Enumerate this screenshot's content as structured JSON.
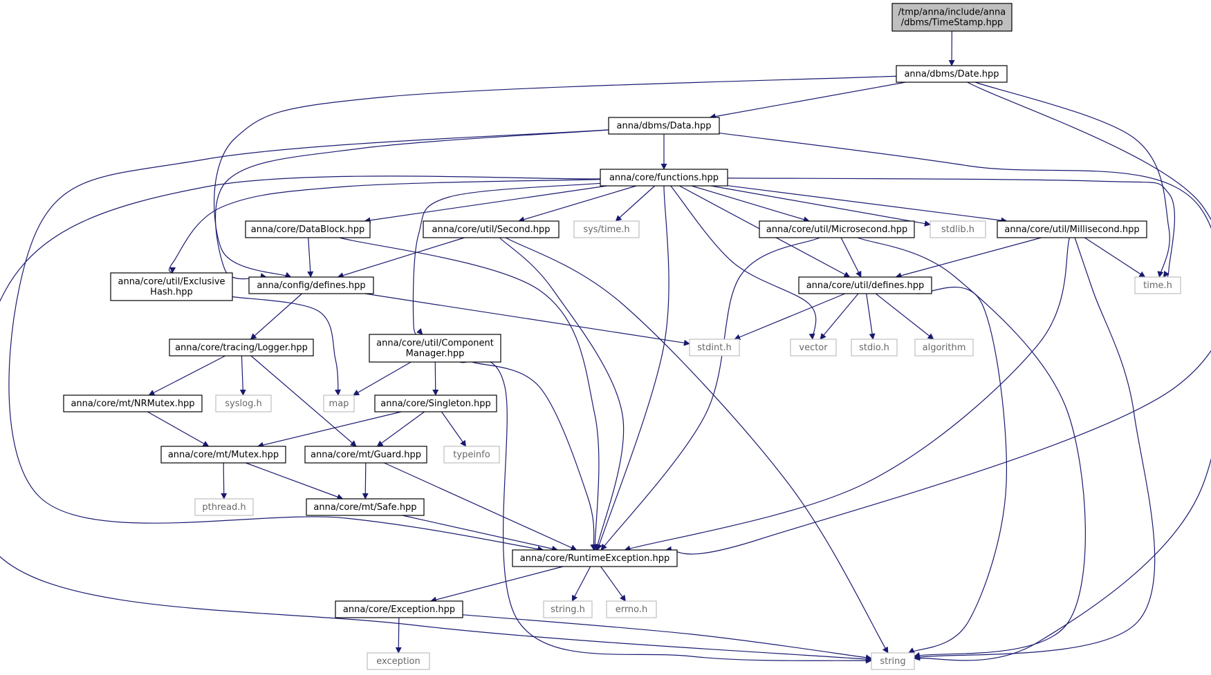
{
  "nodes": [
    {
      "id": "root",
      "lines": [
        "/tmp/anna/include/anna",
        "/dbms/TimeStamp.hpp"
      ],
      "kind": "root"
    },
    {
      "id": "date",
      "lines": [
        "anna/dbms/Date.hpp"
      ],
      "kind": "local"
    },
    {
      "id": "data",
      "lines": [
        "anna/dbms/Data.hpp"
      ],
      "kind": "local"
    },
    {
      "id": "functions",
      "lines": [
        "anna/core/functions.hpp"
      ],
      "kind": "local"
    },
    {
      "id": "datablock",
      "lines": [
        "anna/core/DataBlock.hpp"
      ],
      "kind": "local"
    },
    {
      "id": "second",
      "lines": [
        "anna/core/util/Second.hpp"
      ],
      "kind": "local"
    },
    {
      "id": "systime",
      "lines": [
        "sys/time.h"
      ],
      "kind": "ext"
    },
    {
      "id": "microsecond",
      "lines": [
        "anna/core/util/Microsecond.hpp"
      ],
      "kind": "local"
    },
    {
      "id": "stdlib",
      "lines": [
        "stdlib.h"
      ],
      "kind": "ext"
    },
    {
      "id": "millisecond",
      "lines": [
        "anna/core/util/Millisecond.hpp"
      ],
      "kind": "local"
    },
    {
      "id": "exclusivehash",
      "lines": [
        "anna/core/util/Exclusive",
        "Hash.hpp"
      ],
      "kind": "local"
    },
    {
      "id": "configdefines",
      "lines": [
        "anna/config/defines.hpp"
      ],
      "kind": "local"
    },
    {
      "id": "utildefines",
      "lines": [
        "anna/core/util/defines.hpp"
      ],
      "kind": "local"
    },
    {
      "id": "timeh",
      "lines": [
        "time.h"
      ],
      "kind": "ext"
    },
    {
      "id": "logger",
      "lines": [
        "anna/core/tracing/Logger.hpp"
      ],
      "kind": "local"
    },
    {
      "id": "compmgr",
      "lines": [
        "anna/core/util/Component",
        "Manager.hpp"
      ],
      "kind": "local"
    },
    {
      "id": "stdint",
      "lines": [
        "stdint.h"
      ],
      "kind": "ext"
    },
    {
      "id": "vector",
      "lines": [
        "vector"
      ],
      "kind": "ext"
    },
    {
      "id": "stdio",
      "lines": [
        "stdio.h"
      ],
      "kind": "ext"
    },
    {
      "id": "algorithm",
      "lines": [
        "algorithm"
      ],
      "kind": "ext"
    },
    {
      "id": "nrmutex",
      "lines": [
        "anna/core/mt/NRMutex.hpp"
      ],
      "kind": "local"
    },
    {
      "id": "syslog",
      "lines": [
        "syslog.h"
      ],
      "kind": "ext"
    },
    {
      "id": "map",
      "lines": [
        "map"
      ],
      "kind": "ext"
    },
    {
      "id": "singleton",
      "lines": [
        "anna/core/Singleton.hpp"
      ],
      "kind": "local"
    },
    {
      "id": "mutex",
      "lines": [
        "anna/core/mt/Mutex.hpp"
      ],
      "kind": "local"
    },
    {
      "id": "guard",
      "lines": [
        "anna/core/mt/Guard.hpp"
      ],
      "kind": "local"
    },
    {
      "id": "typeinfo",
      "lines": [
        "typeinfo"
      ],
      "kind": "ext"
    },
    {
      "id": "pthread",
      "lines": [
        "pthread.h"
      ],
      "kind": "ext"
    },
    {
      "id": "safe",
      "lines": [
        "anna/core/mt/Safe.hpp"
      ],
      "kind": "local"
    },
    {
      "id": "runtimeexc",
      "lines": [
        "anna/core/RuntimeException.hpp"
      ],
      "kind": "local"
    },
    {
      "id": "exception",
      "lines": [
        "anna/core/Exception.hpp"
      ],
      "kind": "local"
    },
    {
      "id": "stringh",
      "lines": [
        "string.h"
      ],
      "kind": "ext"
    },
    {
      "id": "errno",
      "lines": [
        "errno.h"
      ],
      "kind": "ext"
    },
    {
      "id": "exceptionstd",
      "lines": [
        "exception"
      ],
      "kind": "ext"
    },
    {
      "id": "string",
      "lines": [
        "string"
      ],
      "kind": "ext"
    }
  ],
  "edges": [
    {
      "from": "root",
      "to": "date"
    },
    {
      "from": "date",
      "to": "data"
    },
    {
      "from": "date",
      "to": "configdefines"
    },
    {
      "from": "date",
      "to": "timeh"
    },
    {
      "from": "date",
      "to": "runtimeexc"
    },
    {
      "from": "data",
      "to": "functions"
    },
    {
      "from": "data",
      "to": "configdefines"
    },
    {
      "from": "data",
      "to": "runtimeexc"
    },
    {
      "from": "data",
      "to": "string"
    },
    {
      "from": "functions",
      "to": "datablock"
    },
    {
      "from": "functions",
      "to": "second"
    },
    {
      "from": "functions",
      "to": "systime"
    },
    {
      "from": "functions",
      "to": "microsecond"
    },
    {
      "from": "functions",
      "to": "stdlib"
    },
    {
      "from": "functions",
      "to": "millisecond"
    },
    {
      "from": "functions",
      "to": "exclusivehash"
    },
    {
      "from": "functions",
      "to": "compmgr"
    },
    {
      "from": "functions",
      "to": "utildefines"
    },
    {
      "from": "functions",
      "to": "timeh"
    },
    {
      "from": "functions",
      "to": "vector"
    },
    {
      "from": "functions",
      "to": "runtimeexc"
    },
    {
      "from": "functions",
      "to": "string"
    },
    {
      "from": "datablock",
      "to": "configdefines"
    },
    {
      "from": "datablock",
      "to": "runtimeexc"
    },
    {
      "from": "second",
      "to": "configdefines"
    },
    {
      "from": "second",
      "to": "runtimeexc"
    },
    {
      "from": "second",
      "to": "string"
    },
    {
      "from": "microsecond",
      "to": "utildefines"
    },
    {
      "from": "microsecond",
      "to": "runtimeexc"
    },
    {
      "from": "microsecond",
      "to": "string"
    },
    {
      "from": "millisecond",
      "to": "utildefines"
    },
    {
      "from": "millisecond",
      "to": "timeh"
    },
    {
      "from": "millisecond",
      "to": "runtimeexc"
    },
    {
      "from": "millisecond",
      "to": "string"
    },
    {
      "from": "exclusivehash",
      "to": "map"
    },
    {
      "from": "configdefines",
      "to": "logger"
    },
    {
      "from": "configdefines",
      "to": "stdint"
    },
    {
      "from": "utildefines",
      "to": "stdint"
    },
    {
      "from": "utildefines",
      "to": "vector"
    },
    {
      "from": "utildefines",
      "to": "stdio"
    },
    {
      "from": "utildefines",
      "to": "algorithm"
    },
    {
      "from": "utildefines",
      "to": "string"
    },
    {
      "from": "logger",
      "to": "nrmutex"
    },
    {
      "from": "logger",
      "to": "syslog"
    },
    {
      "from": "logger",
      "to": "guard"
    },
    {
      "from": "compmgr",
      "to": "map"
    },
    {
      "from": "compmgr",
      "to": "singleton"
    },
    {
      "from": "compmgr",
      "to": "runtimeexc"
    },
    {
      "from": "compmgr",
      "to": "string"
    },
    {
      "from": "nrmutex",
      "to": "mutex"
    },
    {
      "from": "singleton",
      "to": "mutex"
    },
    {
      "from": "singleton",
      "to": "guard"
    },
    {
      "from": "singleton",
      "to": "typeinfo"
    },
    {
      "from": "mutex",
      "to": "pthread"
    },
    {
      "from": "mutex",
      "to": "safe"
    },
    {
      "from": "guard",
      "to": "safe"
    },
    {
      "from": "guard",
      "to": "runtimeexc"
    },
    {
      "from": "safe",
      "to": "runtimeexc"
    },
    {
      "from": "runtimeexc",
      "to": "exception"
    },
    {
      "from": "runtimeexc",
      "to": "stringh"
    },
    {
      "from": "runtimeexc",
      "to": "errno"
    },
    {
      "from": "exception",
      "to": "exceptionstd"
    },
    {
      "from": "exception",
      "to": "string"
    }
  ]
}
